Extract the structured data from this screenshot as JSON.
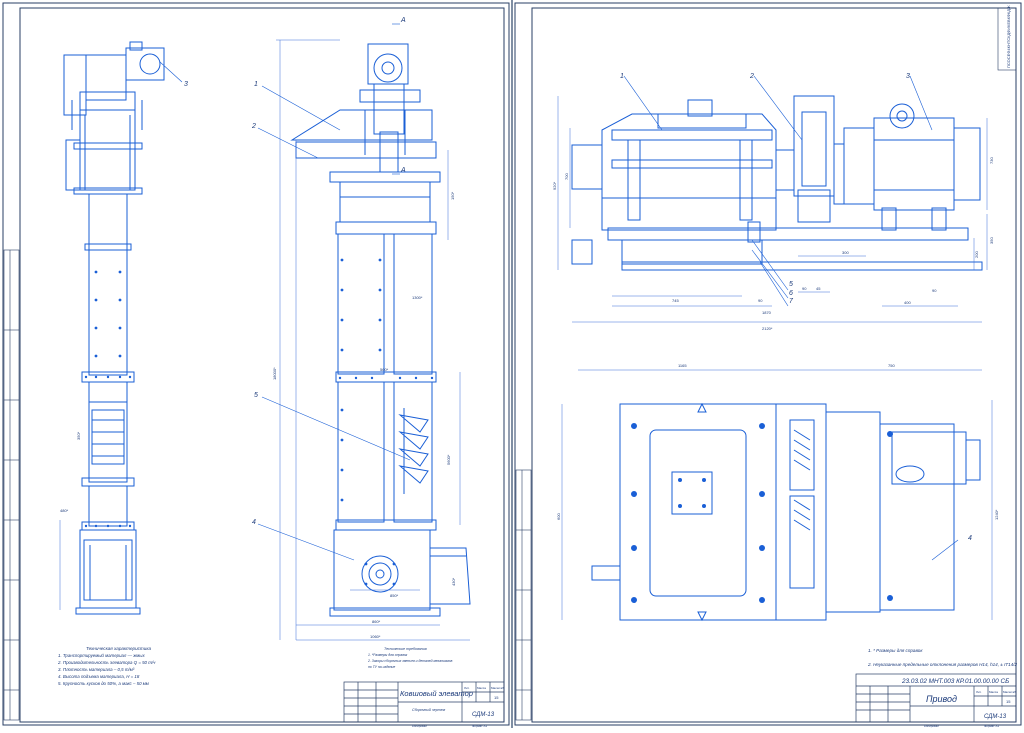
{
  "colors": {
    "line": "#1a5fd6",
    "frame": "#2a3f66",
    "dim": "#3b6fd8",
    "hatch": "#5a86dd",
    "text": "#1b3a7a"
  },
  "left_sheet": {
    "callouts": {
      "c1": "1",
      "c2": "2",
      "c3": "3",
      "c4": "4",
      "c5": "5",
      "section_a_top": "A",
      "section_a_bottom": "A"
    },
    "specs": {
      "heading": "Техническая характеристика",
      "items": [
        "1. Транспортируемый материал — жмых",
        "2. Производительность элеватора   Q = 50 т/ч",
        "3. Плотность материала – 0,5 т/м³",
        "4. Высота подъема материала, Н = 18",
        "5. Крупность кусков до 50%, а макс – 50 мм"
      ]
    },
    "requirements": {
      "heading": "Технические требования",
      "items": [
        "1. *Размеры для справок",
        "2. Зазоры сборочных звеньев и деталей механизмов",
        "    по ТУ на изделие"
      ]
    },
    "dims": {
      "d_bucket": "560*",
      "d_main": "1300*",
      "d_height": "18000*",
      "d_mid": "5600*",
      "d_low": "850*",
      "d_bottom_w": "860*",
      "d_total_w": "1060*",
      "d_tot2": "480*",
      "d_aux": "150*",
      "d_aux2": "430*",
      "d_leg": "350*"
    },
    "title_block": {
      "name": "Ковшовый элеватор",
      "sub": "Сборочный чертеж",
      "code": "СДМ-13",
      "sheet": "15",
      "lit": "Лит.",
      "mass": "Масса",
      "scale": "Масштаб",
      "format": "Формат  А1",
      "copied": "Копировал"
    }
  },
  "right_sheet": {
    "callouts": {
      "c1": "1",
      "c2": "2",
      "c3": "3",
      "c4": "4",
      "c5": "5",
      "c6": "6",
      "c7": "7"
    },
    "dims": {
      "h_total": "920*",
      "h_motor": "730",
      "h_frame": "350",
      "h_base": "200",
      "h_block": "700",
      "w_745": "745",
      "w_90a": "90",
      "w_1870": "1870",
      "w_2120": "2120*",
      "w_300": "300",
      "w_90b": "90",
      "w_45": "45",
      "w_400": "400",
      "w_90c": "90",
      "top_1165": "1165",
      "top_750": "750",
      "side_600": "600",
      "side_1240": "1240*"
    },
    "notes": {
      "n1": "1. * Размеры для справок",
      "n2": "2. Неуказанные предельные отклонения размеров Н14, h14, ± IT14/2"
    },
    "stamp_code": "ПСОСЕФ4КНТСКДФИКЕВКФКДЖ",
    "title_block": {
      "code": "23.03.02 МНТ.003 КР.01.00.00.00 СБ",
      "name": "Привод",
      "sheet": "15",
      "designation": "СДМ-13",
      "lit": "Лит.",
      "mass": "Масса",
      "scale": "Масштаб",
      "format": "Формат  А1",
      "copied": "Копировал"
    }
  }
}
